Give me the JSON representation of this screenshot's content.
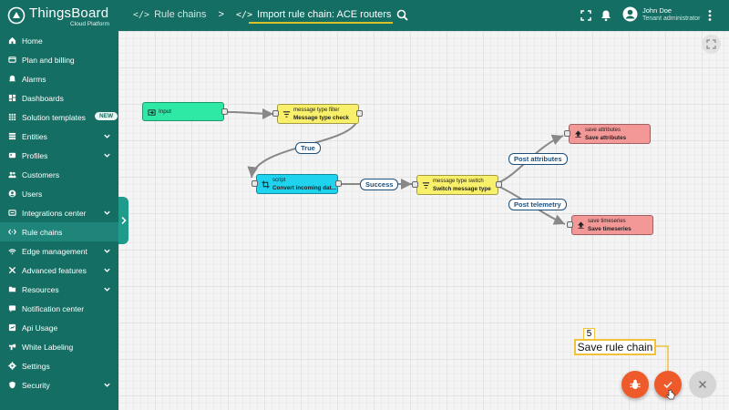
{
  "app": {
    "logo_text": "ThingsBoard",
    "logo_subtitle": "Cloud Platform"
  },
  "breadcrumb": {
    "parent": "Rule chains",
    "separator": ">",
    "current": "Import rule chain: ACE routers"
  },
  "user": {
    "name": "John Doe",
    "role": "Tenant administrator"
  },
  "sidebar": {
    "items": [
      {
        "label": "Home",
        "icon": "home-icon"
      },
      {
        "label": "Plan and billing",
        "icon": "billing-icon"
      },
      {
        "label": "Alarms",
        "icon": "alarm-icon"
      },
      {
        "label": "Dashboards",
        "icon": "dashboard-icon"
      },
      {
        "label": "Solution templates",
        "icon": "templates-icon",
        "badge": "NEW"
      },
      {
        "label": "Entities",
        "icon": "entities-icon"
      },
      {
        "label": "Profiles",
        "icon": "profiles-icon"
      },
      {
        "label": "Customers",
        "icon": "customers-icon"
      },
      {
        "label": "Users",
        "icon": "users-icon"
      },
      {
        "label": "Integrations center",
        "icon": "integrations-icon"
      },
      {
        "label": "Rule chains",
        "icon": "rule-chains-icon"
      },
      {
        "label": "Edge management",
        "icon": "edge-icon"
      },
      {
        "label": "Advanced features",
        "icon": "advanced-icon"
      },
      {
        "label": "Resources",
        "icon": "resources-icon"
      },
      {
        "label": "Notification center",
        "icon": "notification-icon"
      },
      {
        "label": "Api Usage",
        "icon": "api-usage-icon"
      },
      {
        "label": "White Labeling",
        "icon": "white-label-icon"
      },
      {
        "label": "Settings",
        "icon": "settings-icon"
      },
      {
        "label": "Security",
        "icon": "security-icon"
      }
    ]
  },
  "nodes": {
    "input": {
      "name": "Input"
    },
    "filter": {
      "type": "message type filter",
      "name": "Message type check"
    },
    "script": {
      "type": "script",
      "name": "Convert incoming dat..."
    },
    "switch": {
      "type": "message type switch",
      "name": "Switch message type"
    },
    "save_attr": {
      "type": "save attributes",
      "name": "Save attributes"
    },
    "save_ts": {
      "type": "save timeseries",
      "name": "Save timeseries"
    }
  },
  "connections": {
    "true_label": "True",
    "success_label": "Success",
    "post_attributes_label": "Post attributes",
    "post_telemetry_label": "Post telemetry"
  },
  "callout": {
    "number": "5",
    "text": "Save rule chain"
  },
  "colors": {
    "primary": "#156e63",
    "input_node": "#2ee8a6",
    "filter_node": "#f8ef6a",
    "script_node": "#1fd3ef",
    "action_node": "#f49797",
    "fab_orange": "#ef5a2a",
    "callout_border": "#f0c23a"
  }
}
